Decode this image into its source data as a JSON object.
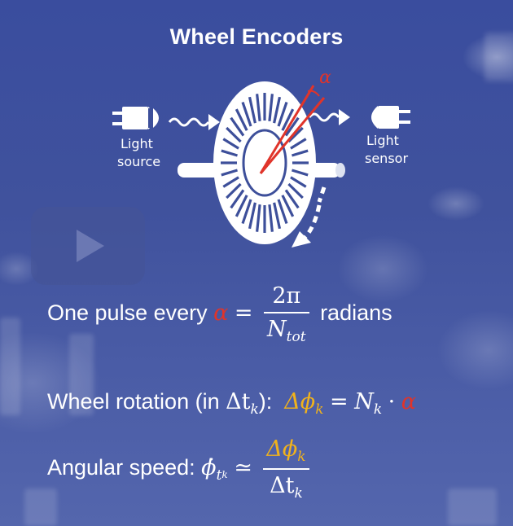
{
  "slide": {
    "title": "Wheel Encoders"
  },
  "diagram": {
    "light_source_label_1": "Light",
    "light_source_label_2": "source",
    "light_sensor_label_1": "Light",
    "light_sensor_label_2": "sensor",
    "alpha_label": "α"
  },
  "equations": {
    "pulse_prefix": "One pulse every",
    "pulse_alpha": "α",
    "pulse_eq": "=",
    "pulse_num": "2π",
    "pulse_den_n": "N",
    "pulse_den_sub": "tot",
    "pulse_suffix": "radians",
    "rotation_prefix": "Wheel rotation (in",
    "rotation_delta_t": "Δt",
    "rotation_t_sub": "k",
    "rotation_close": "):",
    "rotation_lhs": "Δϕ",
    "rotation_lhs_sub": "k",
    "rotation_eq": "=",
    "rotation_n": "N",
    "rotation_n_sub": "k",
    "rotation_dot": "·",
    "rotation_alpha": "α",
    "speed_prefix": "Angular speed:",
    "speed_phi": "ϕ̇",
    "speed_sub_t": "t",
    "speed_sub_k": "k",
    "speed_approx": "≃",
    "speed_num": "Δϕ",
    "speed_num_sub": "k",
    "speed_den": "Δt",
    "speed_den_sub": "k"
  },
  "colors": {
    "background": "#3d4f9a",
    "accent_red": "#e0342a",
    "accent_gold": "#f0b21c"
  },
  "icons": [
    "play-icon",
    "light-source-icon",
    "light-sensor-icon",
    "encoder-wheel-icon"
  ]
}
